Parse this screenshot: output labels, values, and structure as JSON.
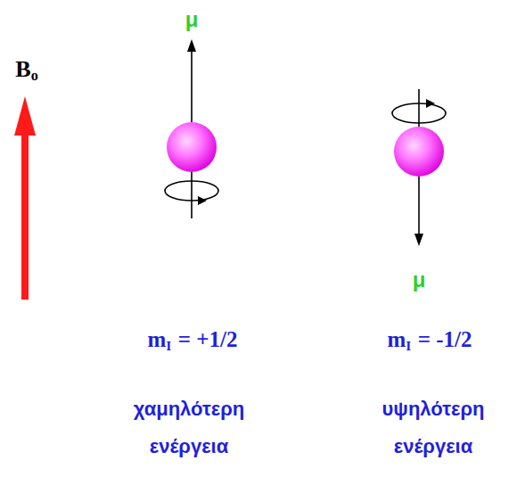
{
  "diagram": {
    "labels": [
      "B",
      "o",
      "μ",
      "μ",
      "m",
      "I",
      "= +1/2",
      "m",
      "I",
      "= -1/2",
      "χαμηλότερη ενέργεια",
      "υψηλότερη ενέργεια"
    ]
  }
}
